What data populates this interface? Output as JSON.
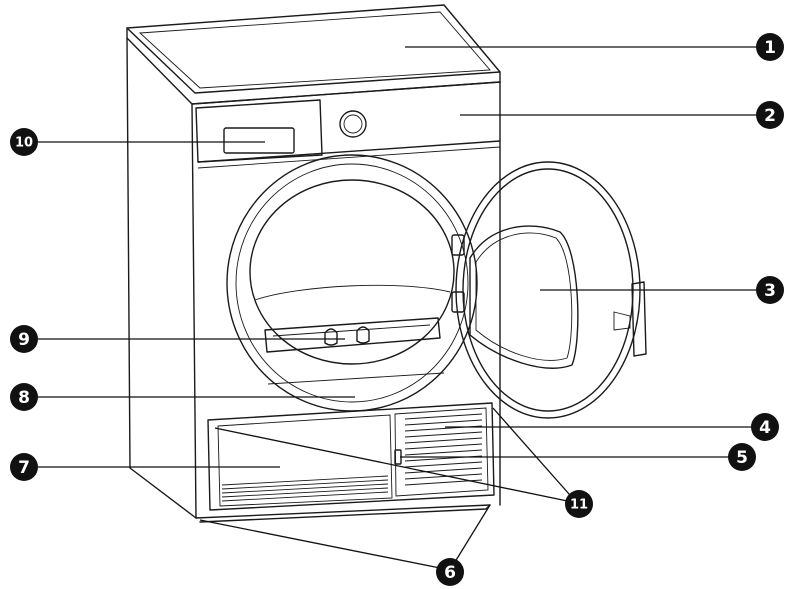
{
  "callouts": [
    {
      "id": "1",
      "label": "1"
    },
    {
      "id": "2",
      "label": "2"
    },
    {
      "id": "3",
      "label": "3"
    },
    {
      "id": "4",
      "label": "4"
    },
    {
      "id": "5",
      "label": "5"
    },
    {
      "id": "6",
      "label": "6"
    },
    {
      "id": "7",
      "label": "7"
    },
    {
      "id": "8",
      "label": "8"
    },
    {
      "id": "9",
      "label": "9"
    },
    {
      "id": "10",
      "label": "10"
    },
    {
      "id": "11",
      "label": "11"
    }
  ],
  "colors": {
    "line": "#1a1a1a",
    "callout_fill": "#111111",
    "callout_text": "#ffffff"
  }
}
